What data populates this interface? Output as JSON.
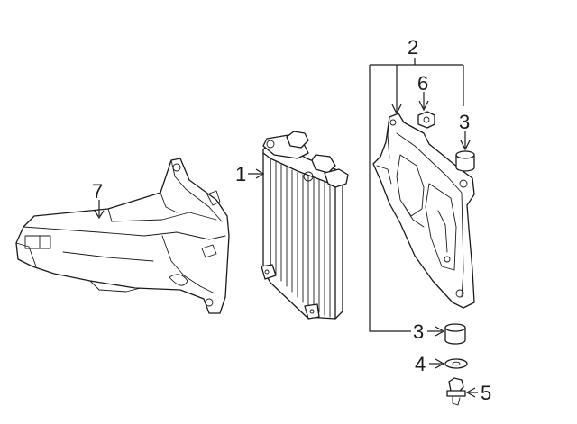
{
  "callouts": {
    "c1": "1",
    "c2": "2",
    "c3_top": "3",
    "c3_bottom": "3",
    "c4": "4",
    "c5": "5",
    "c6": "6",
    "c7": "7"
  },
  "parts": {
    "p1": "radiator-cooler",
    "p2": "mounting-bracket",
    "p3": "rubber-insulator",
    "p4": "washer",
    "p5": "bolt",
    "p6": "nut",
    "p7": "air-duct"
  },
  "colors": {
    "line": "#1a1a1a",
    "background": "#ffffff"
  }
}
